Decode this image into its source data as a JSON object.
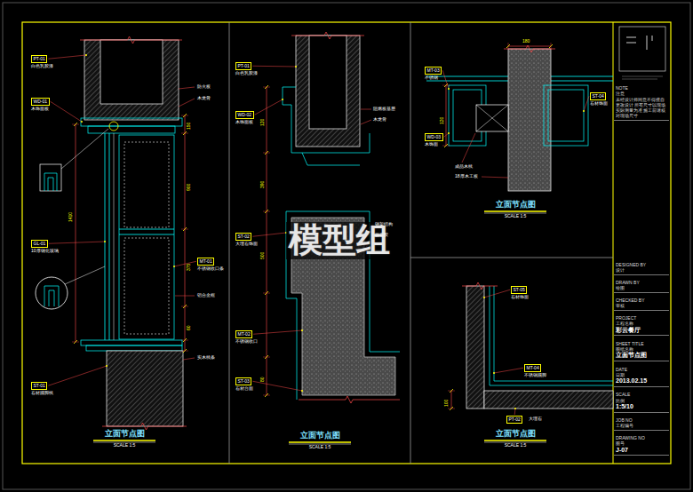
{
  "diagram": {
    "nodes": [
      {
        "text": [
          "PT-01"
        ]
      },
      {
        "text": [
          "WD-01"
        ]
      },
      {
        "text": [
          "MT-01"
        ]
      },
      {
        "text": [
          "GL-01"
        ]
      },
      {
        "text": [
          "ST-01"
        ]
      },
      {
        "text": [
          "PT-01"
        ]
      },
      {
        "text": [
          "WD-02"
        ]
      },
      {
        "text": [
          "ST-02"
        ]
      },
      {
        "text": [
          "MT-02"
        ]
      },
      {
        "text": [
          "ST-03"
        ]
      },
      {
        "text": [
          "MT-03"
        ]
      },
      {
        "text": [
          "WD-03"
        ]
      },
      {
        "text": [
          "ST-04"
        ]
      },
      {
        "text": [
          "ST-05"
        ]
      },
      {
        "text": [
          "MT-04"
        ]
      },
      {
        "text": [
          "PT-02"
        ]
      },
      {
        "text": [
          "NOTE",
          "注意",
          "未经设计师同意不得擅自更改设计 所有尺寸以现场实际测量为准 施工前请核对现场尺寸"
        ]
      },
      {
        "text": [
          "DESIGNED BY",
          "设计"
        ]
      },
      {
        "text": [
          "DRAWN BY",
          "绘图"
        ]
      },
      {
        "text": [
          "CHECKED BY",
          "审核"
        ]
      },
      {
        "text": [
          "PROJECT",
          "工程名称",
          "彩云餐厅"
        ]
      },
      {
        "text": [
          "SHEET TITLE",
          "图纸名称",
          "立面节点图"
        ]
      },
      {
        "text": [
          "DATE",
          "日期",
          "2013.02.15"
        ]
      },
      {
        "text": [
          "SCALE",
          "比例",
          "1:5/10"
        ]
      },
      {
        "text": [
          "JOB NO",
          "工程编号"
        ]
      },
      {
        "text": [
          "DRAWING NO",
          "图号",
          "J-07"
        ]
      }
    ],
    "labels": [
      "模型组",
      "立面节点图",
      "SCALE 1:5",
      "立面节点图",
      "SCALE 1:5",
      "立面节点图",
      "SCALE 1:5",
      "立面节点图",
      "SCALE 1:5",
      "1410",
      "150",
      "900",
      "375",
      "60",
      "120",
      "390",
      "500",
      "80",
      "180",
      "120",
      "100",
      "白色乳胶漆",
      "木饰面板",
      "不锈钢收口条",
      "10厚钢化玻璃",
      "石材踢脚线",
      "防火板",
      "木龙骨",
      "铝合金框",
      "实木线条",
      "白色乳胶漆",
      "木饰面板",
      "大理石饰面",
      "不锈钢收口",
      "石材台面",
      "阻燃板基层",
      "木龙骨",
      "钢架结构",
      "云石胶",
      "不锈钢",
      "木饰面",
      "石材饰面",
      "成品木线",
      "18厚木工板",
      "石材饰面",
      "不锈钢踢脚",
      "大理石"
    ]
  }
}
